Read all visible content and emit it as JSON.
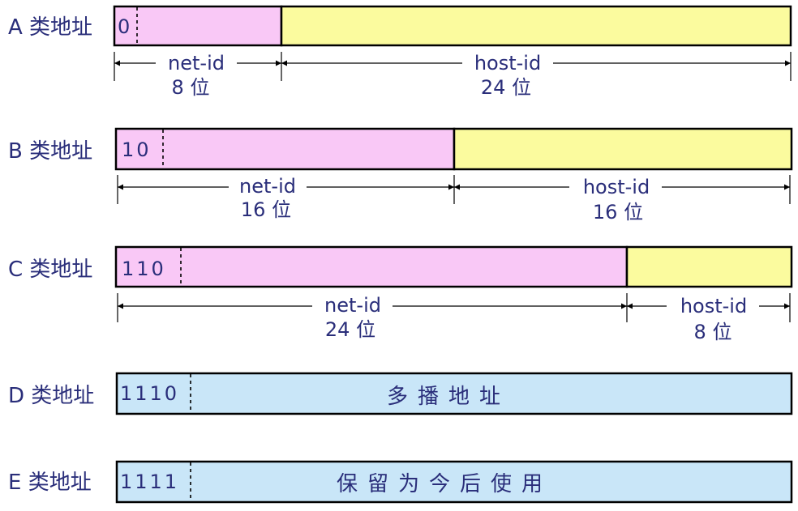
{
  "colors": {
    "net": "#f9c8f6",
    "host": "#fbfb9e",
    "special": "#c9e6f8",
    "text": "#2a2e7a"
  },
  "rows": [
    {
      "label": "A 类地址",
      "prefix": "0",
      "segments": [
        {
          "kind": "net",
          "name": "net-id",
          "bits": "8 位"
        },
        {
          "kind": "host",
          "name": "host-id",
          "bits": "24 位"
        }
      ]
    },
    {
      "label": "B 类地址",
      "prefix": "10",
      "segments": [
        {
          "kind": "net",
          "name": "net-id",
          "bits": "16 位"
        },
        {
          "kind": "host",
          "name": "host-id",
          "bits": "16 位"
        }
      ]
    },
    {
      "label": "C 类地址",
      "prefix": "110",
      "segments": [
        {
          "kind": "net",
          "name": "net-id",
          "bits": "24 位"
        },
        {
          "kind": "host",
          "name": "host-id",
          "bits": "8 位"
        }
      ]
    },
    {
      "label": "D 类地址",
      "prefix": "1110",
      "content": "多播地址"
    },
    {
      "label": "E 类地址",
      "prefix": "1111",
      "content": "保留为今后使用"
    }
  ]
}
